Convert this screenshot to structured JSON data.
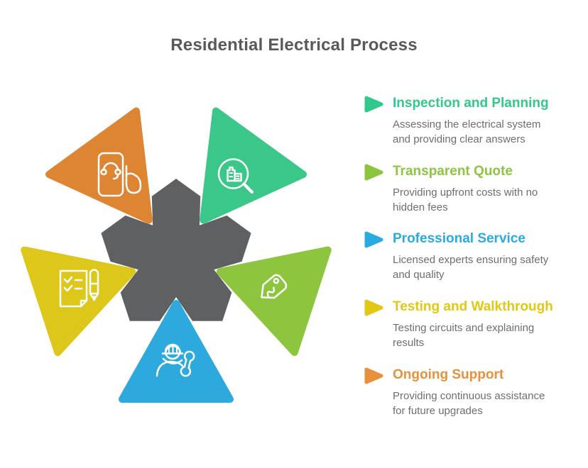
{
  "page": {
    "title": "Residential Electrical Process",
    "title_color": "#58595B",
    "background": "#ffffff"
  },
  "diagram": {
    "pentagon_color": "#5F6062",
    "steps": [
      {
        "id": "inspection",
        "label": "Inspection and Planning",
        "color": "#3CC78A",
        "icon": "magnifier-building-icon",
        "position": "top-right"
      },
      {
        "id": "quote",
        "label": "Transparent Quote",
        "color": "#8EC53F",
        "icon": "price-tag-icon",
        "position": "right"
      },
      {
        "id": "service",
        "label": "Professional Service",
        "color": "#2EA9DE",
        "icon": "electrician-wrench-icon",
        "position": "bottom"
      },
      {
        "id": "testing",
        "label": "Testing and Walkthrough",
        "color": "#DCC71A",
        "icon": "checklist-pen-icon",
        "position": "left"
      },
      {
        "id": "support",
        "label": "Ongoing Support",
        "color": "#DE8533",
        "icon": "phone-headset-icon",
        "position": "top-left"
      }
    ]
  },
  "legend": {
    "text_color": "#6D6E71",
    "items": [
      {
        "title": "Inspection and Planning",
        "color": "#31C98B",
        "description": "Assessing the electrical system\nand providing clear answers"
      },
      {
        "title": "Transparent Quote",
        "color": "#8CC63E",
        "description": "Providing upfront costs with no\nhidden fees"
      },
      {
        "title": "Professional Service",
        "color": "#29ABE2",
        "description": "Licensed experts ensuring safety\nand quality"
      },
      {
        "title": "Testing and Walkthrough",
        "color": "#E2C713",
        "description": "Testing circuits and explaining\nresults"
      },
      {
        "title": "Ongoing Support",
        "color": "#E8913C",
        "description": "Providing continuous assistance\nfor future upgrades"
      }
    ]
  }
}
